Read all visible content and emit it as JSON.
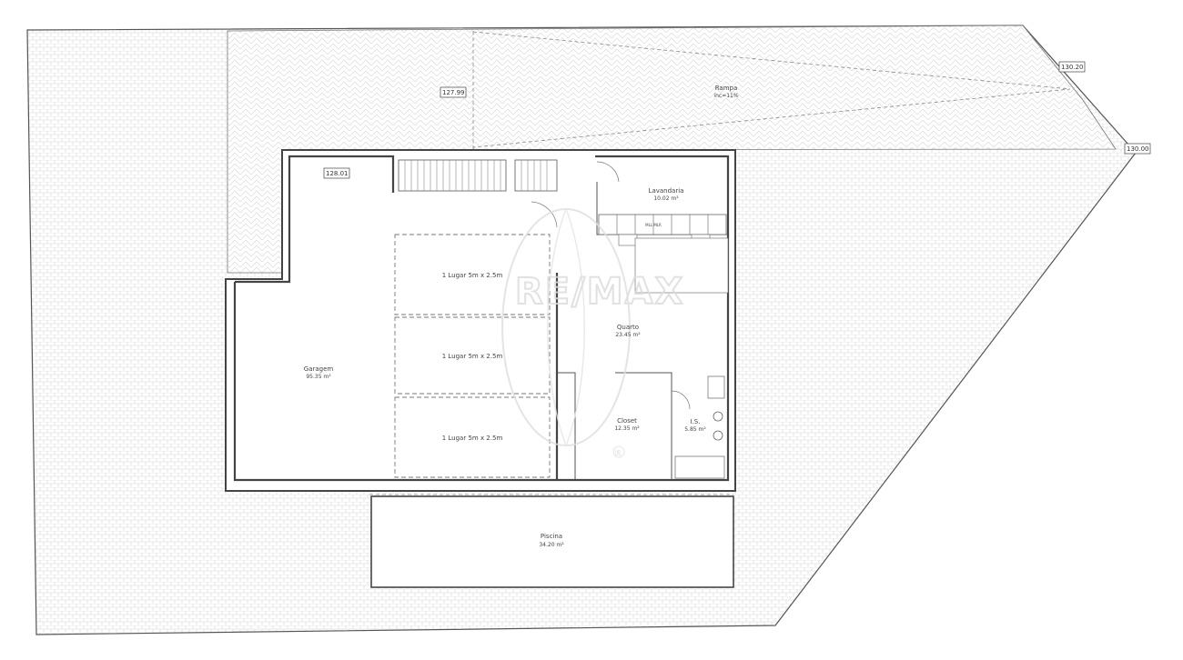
{
  "plan": {
    "levels": {
      "ramp_left": "127.99",
      "garage": "128.01",
      "top_right": "130.20",
      "right": "130.00"
    },
    "ramp": {
      "name": "Rampa",
      "slope": "inc=11%"
    },
    "garage": {
      "name": "Garagem",
      "area": "95.35 m²"
    },
    "parking_spots": [
      "1 Lugar 5m x 2.5m",
      "1 Lugar 5m x 2.5m",
      "1 Lugar 5m x 2.5m"
    ],
    "laundry": {
      "name": "Lavandaria",
      "area": "10.02 m²",
      "appliances": "MLL  MLR"
    },
    "bedroom": {
      "name": "Quarto",
      "area": "23.45 m²"
    },
    "closet": {
      "name": "Closet",
      "area": "12.35 m²"
    },
    "bathroom": {
      "name": "I.S.",
      "area": "5.85 m²"
    },
    "pool": {
      "name": "Piscina",
      "area": "34.20 m²"
    },
    "watermark": {
      "brand": "RE/MAX",
      "mark": "R"
    }
  }
}
